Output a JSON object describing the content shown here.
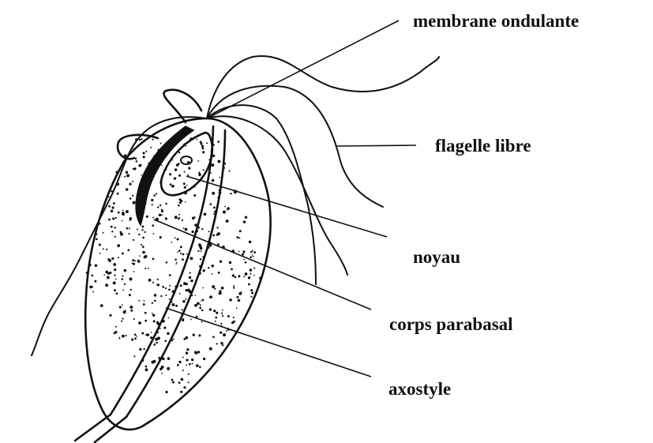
{
  "diagram": {
    "labels": {
      "membrane": "membrane ondulante",
      "flagelle": "flagelle libre",
      "noyau": "noyau",
      "corps": "corps parabasal",
      "axostyle": "axostyle"
    },
    "colors": {
      "ink": "#111111",
      "background": "#ffffff"
    }
  }
}
